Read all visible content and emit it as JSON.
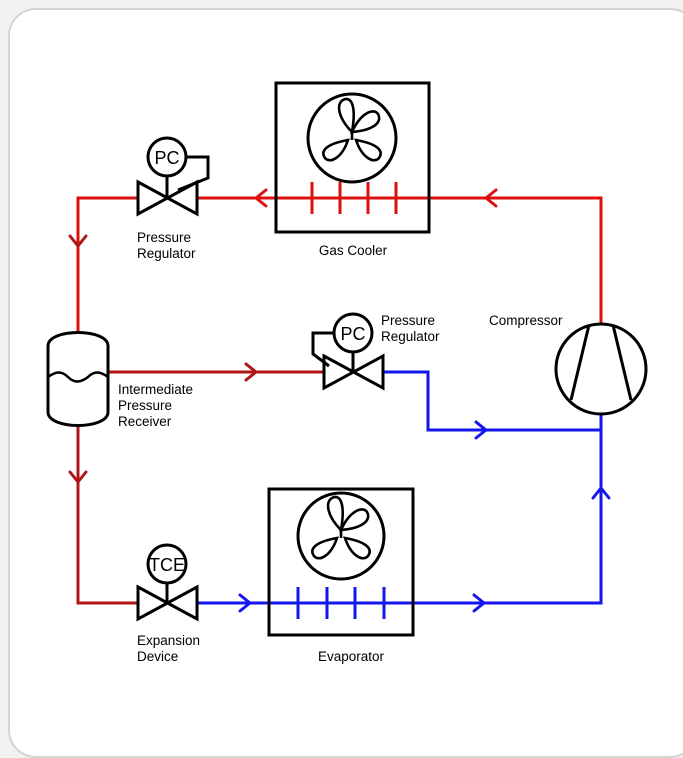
{
  "colors": {
    "high_pressure": "#cc1010",
    "intermediate_pressure": "#aa1010",
    "low_pressure": "#1010ee",
    "outline": "#000000"
  },
  "components": {
    "gas_cooler": {
      "label": "Gas Cooler"
    },
    "compressor": {
      "label": "Compressor"
    },
    "evaporator": {
      "label": "Evaporator"
    },
    "receiver": {
      "label_lines": [
        "Intermediate",
        "Pressure",
        "Receiver"
      ]
    },
    "pressure_regulator_top": {
      "tag": "PC",
      "label_lines": [
        "Pressure",
        "Regulator"
      ]
    },
    "pressure_regulator_middle": {
      "tag": "PC",
      "label_lines": [
        "Pressure",
        "Regulator"
      ]
    },
    "expansion_device": {
      "tag": "TCE",
      "label_lines": [
        "Expansion",
        "Device"
      ]
    }
  }
}
